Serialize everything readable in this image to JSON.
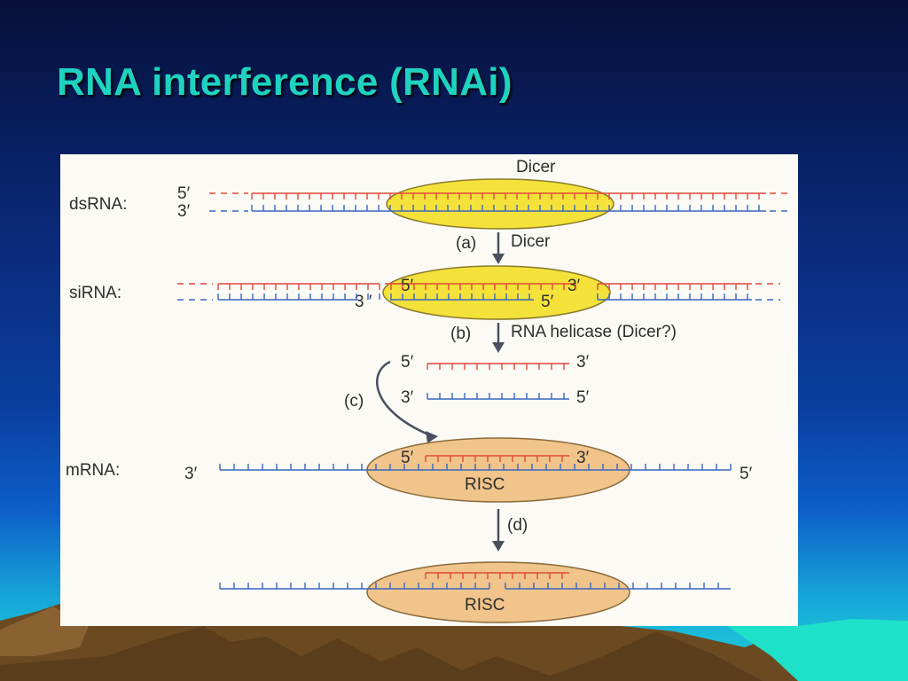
{
  "title": "RNA interference (RNAi)",
  "colors": {
    "title": "#1fd2c0",
    "red_strand": "#e0483a",
    "blue_strand": "#3a66c0",
    "dicer_fill": "#f4e23a",
    "risc_fill": "#f0c48a",
    "arrow": "#4a5060"
  },
  "diagram": {
    "dicer_top_label": "Dicer",
    "rows": {
      "dsrna": {
        "label": "dsRNA:",
        "end_top": "5′",
        "end_bottom": "3′"
      },
      "sirna": {
        "label": "siRNA:",
        "inner_top_left": "5′",
        "inner_top_right": "3′",
        "inner_bottom_left": "3 ′",
        "inner_bottom_right": "5′"
      },
      "separated": {
        "top_left": "5′",
        "top_right": "3′",
        "bottom_left": "3′",
        "bottom_right": "5′"
      },
      "mrna": {
        "label": "mRNA:",
        "end_left": "3′",
        "end_right": "5′",
        "inner_left": "5′",
        "inner_right": "3′",
        "complex": "RISC"
      },
      "cleaved": {
        "complex": "RISC"
      }
    },
    "steps": {
      "a": {
        "letter": "(a)",
        "text": "Dicer"
      },
      "b": {
        "letter": "(b)",
        "text": "RNA helicase (Dicer?)"
      },
      "c": {
        "letter": "(c)"
      },
      "d": {
        "letter": "(d)"
      }
    }
  }
}
